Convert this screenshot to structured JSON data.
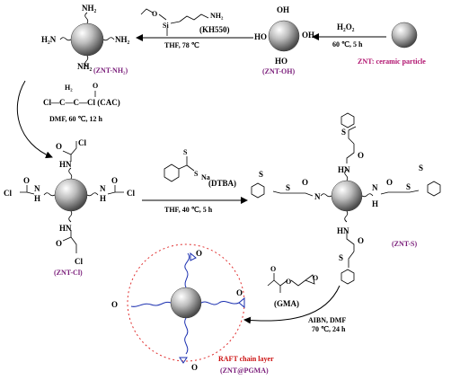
{
  "figure": {
    "top": {
      "h2o2": "H₂O₂",
      "cond_h2o2": "60 ℃, 5 h",
      "zno_oh": "(ZNT-OH)",
      "legend": "ZNT: ceramic particle",
      "kh550": "(KH550)",
      "thf78": "THF, 78 ℃",
      "zno_nh2": "(ZNT-NH₂)"
    },
    "cac": {
      "h2": "H₂",
      "o": "O",
      "line": "Cl—C—C—Cl (CAC)",
      "cond": "DMF, 60 ℃, 12 h"
    },
    "middle": {
      "dtba": "(DTBA)",
      "cond": "THF, 40 ℃, 5 h",
      "zno_cl": "(ZNT-Cl)",
      "zno_s": "(ZNT-S)"
    },
    "bottom": {
      "gma": "(GMA)",
      "aibn": "AIBN, DMF",
      "cond": "70 ℃, 24 h",
      "raft": "RAFT chain layer",
      "zno_pgma": "(ZNT@PGMA)"
    },
    "atoms": {
      "nh2": "NH₂",
      "h2n": "H₂N",
      "ho": "HO",
      "oh": "OH",
      "hn": "HN",
      "n": "N",
      "h": "H",
      "cl": "Cl",
      "s": "S",
      "o": "O",
      "si": "Si",
      "na": "Na"
    }
  }
}
